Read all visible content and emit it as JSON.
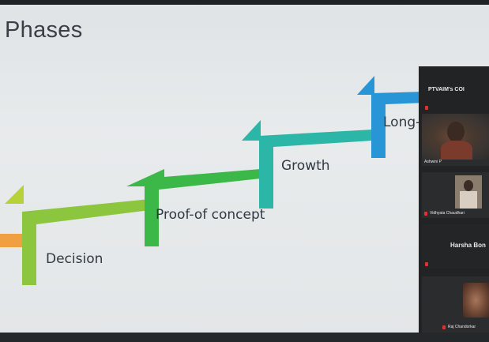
{
  "slide": {
    "title": "Phases",
    "phases": [
      "Decision",
      "Proof-of concept",
      "Growth",
      "Long-t"
    ]
  },
  "colors": {
    "orange": "#f0a040",
    "yellow_green": "#b8d03a",
    "light_green": "#8cc63f",
    "green": "#3cb849",
    "teal": "#2cb6a8",
    "blue": "#2896d6"
  },
  "meeting_panel": {
    "header": "PTVAIM's COI",
    "participants": [
      {
        "name": "Ashwini P",
        "mic_muted": true
      },
      {
        "name": "Vidhyata Chaudhari",
        "mic_muted": true
      },
      {
        "name": "Harsha Bon",
        "mic_muted": false
      },
      {
        "name": "Raj Chandorkar",
        "mic_muted": true
      }
    ]
  }
}
